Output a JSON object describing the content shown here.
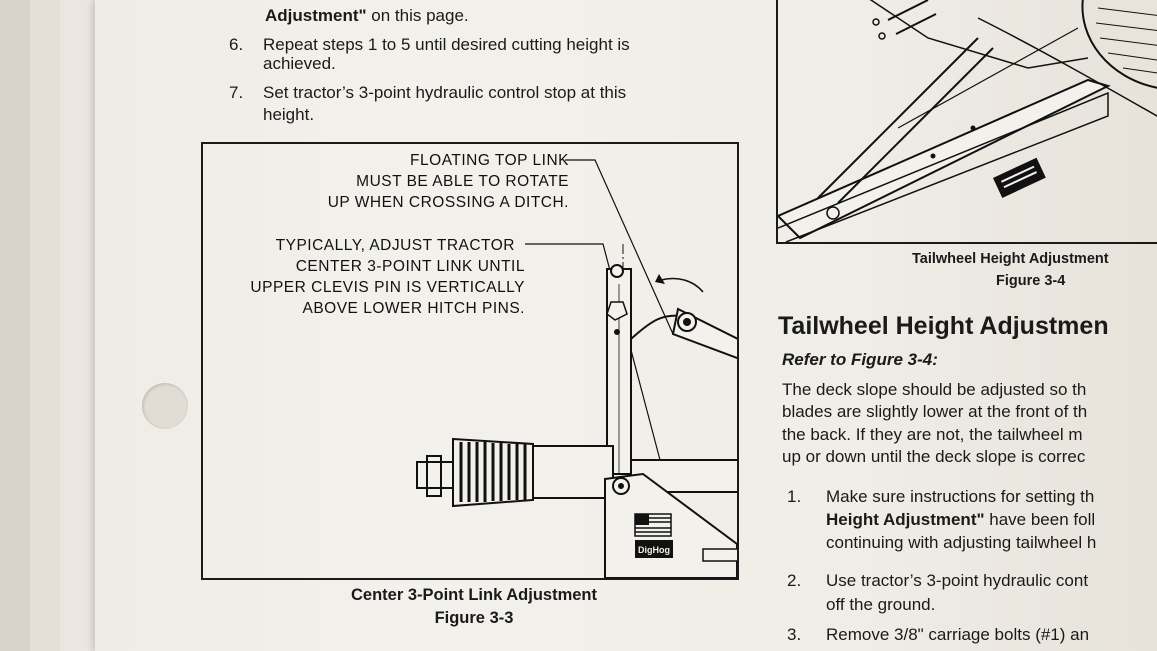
{
  "left_column": {
    "top_line": {
      "bold": "Adjustment\"",
      "rest": " on this page."
    },
    "step6": {
      "num": "6.",
      "line1": "Repeat steps 1 to 5 until desired cutting height is",
      "line2": "achieved."
    },
    "step7": {
      "num": "7.",
      "line1": "Set tractor’s 3-point hydraulic control stop at this",
      "line2": "height."
    }
  },
  "figure_3_3": {
    "label_top": [
      "FLOATING TOP LINK",
      "MUST BE ABLE TO ROTATE",
      "UP WHEN CROSSING A DITCH."
    ],
    "label_mid": [
      "TYPICALLY, ADJUST TRACTOR",
      "CENTER 3-POINT LINK UNTIL",
      "UPPER CLEVIS PIN IS VERTICALLY",
      "ABOVE LOWER HITCH PINS."
    ],
    "logo_text": "DigHog",
    "caption": "Center 3-Point Link Adjustment",
    "figure_number": "Figure 3-3"
  },
  "figure_3_4": {
    "caption": "Tailwheel Height Adjustment",
    "figure_number": "Figure 3-4"
  },
  "right_column": {
    "heading": "Tailwheel Height Adjustmen",
    "refer": "Refer to Figure 3-4:",
    "para": [
      "The deck slope should be adjusted so th",
      "blades are slightly lower at the front of th",
      "the back. If they are not, the tailwheel m",
      "up or down until the deck slope is correc"
    ],
    "step1": {
      "num": "1.",
      "line1": "Make sure instructions for setting th",
      "line2_bold": "Height Adjustment\"",
      "line2_rest": " have been foll",
      "line3": "continuing with adjusting tailwheel h"
    },
    "step2": {
      "num": "2.",
      "line1": "Use tractor’s 3-point hydraulic cont",
      "line2": "off the ground."
    },
    "step3": {
      "num": "3.",
      "line1": "Remove 3/8\" carriage bolts (#1) an"
    }
  },
  "colors": {
    "paper": "#f0ede7",
    "ink": "#1a1a1a",
    "background": "#c9c2b6"
  }
}
